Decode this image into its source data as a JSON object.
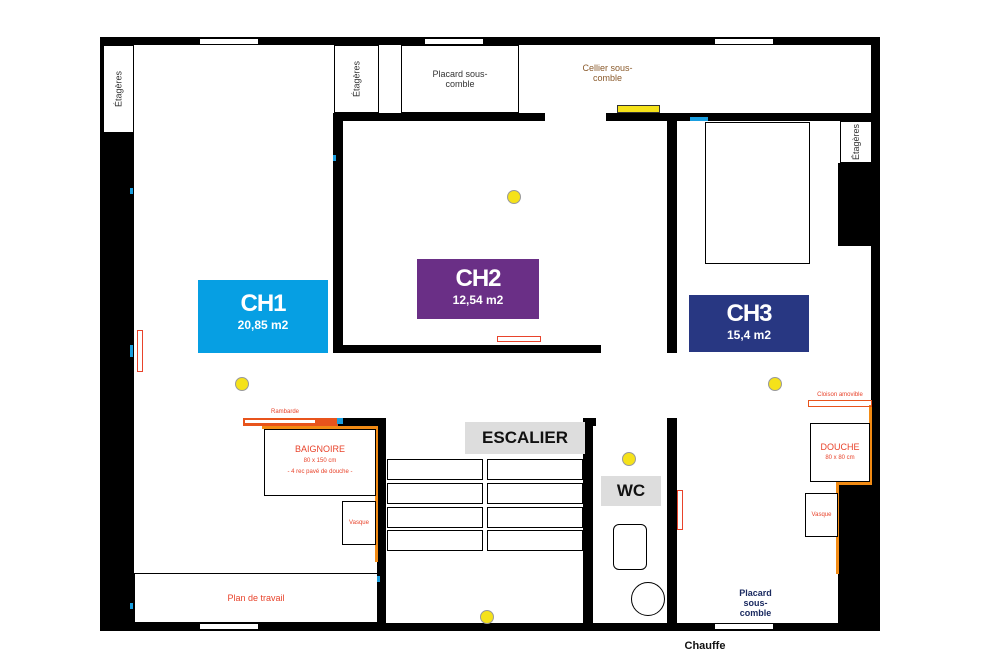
{
  "rooms": {
    "ch1": {
      "name": "CH1",
      "area": "20,85 m2",
      "color": "#069fe3"
    },
    "ch2": {
      "name": "CH2",
      "area": "12,54 m2",
      "color": "#6a2f86"
    },
    "ch3": {
      "name": "CH3",
      "area": "15,4 m2",
      "color": "#283782"
    },
    "escalier": "ESCALIER",
    "wc": "WC"
  },
  "labels": {
    "etageres": "Étagères",
    "placard_top": "Placard sous-comble",
    "cellier": "Cellier sous-comble",
    "placard_bottom": "Placard sous-comble",
    "plan_travail": "Plan de travail",
    "baignoire": "BAIGNOIRE",
    "baignoire_dim": "80 x 150 cm",
    "baignoire_note": "- 4 rec pavé de douche -",
    "douche": "DOUCHE",
    "douche_dim": "80 x 80 cm",
    "vasque": "Vasque",
    "cloison": "Cloison amovible",
    "rambarde": "Rambarde",
    "chauffe": "Chauffe"
  }
}
